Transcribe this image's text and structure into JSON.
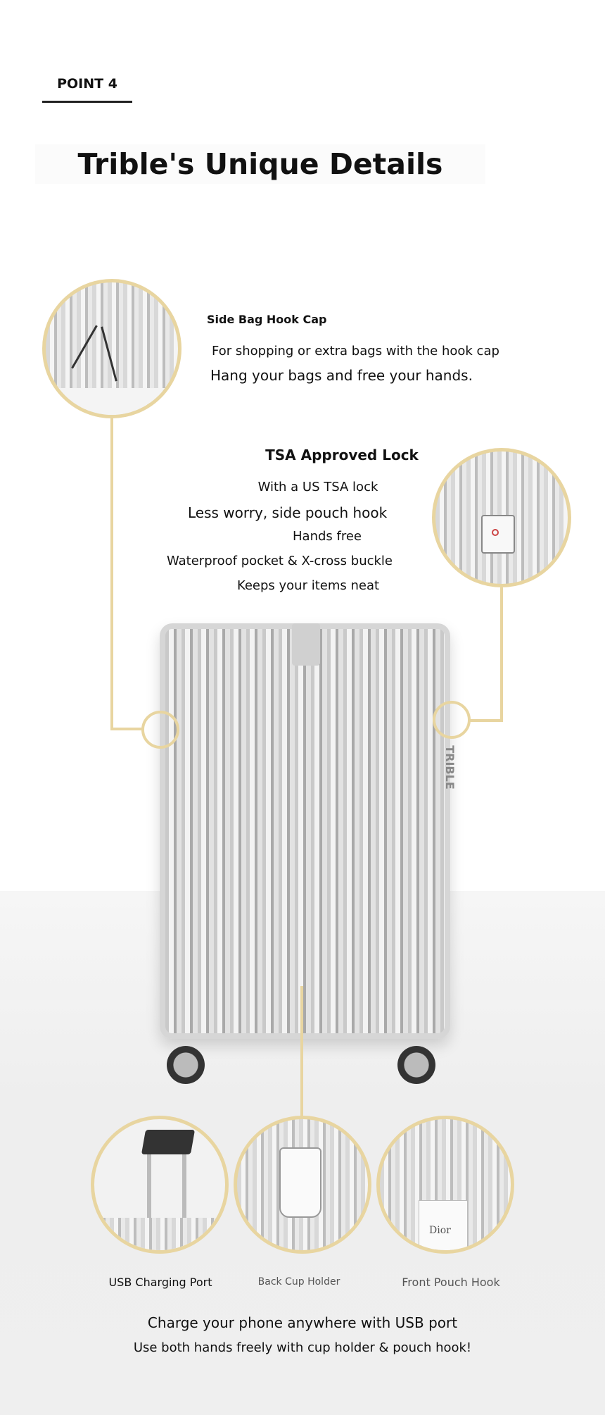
{
  "header": {
    "point_label": "POINT 4",
    "title": "Trible's Unique Details"
  },
  "side_bag_hook": {
    "title": "Side Bag Hook Cap",
    "line1": "For shopping or extra bags with the hook cap",
    "line2": "Hang your bags and free your hands."
  },
  "tsa_lock": {
    "title": "TSA Approved Lock",
    "lines": [
      "With a US TSA lock",
      "Less worry, side pouch hook",
      "Hands free",
      "Waterproof pocket & X-cross buckle",
      "Keeps your items neat"
    ]
  },
  "suitcase": {
    "brand": "TRIBLE"
  },
  "features": [
    {
      "label": "USB Charging Port"
    },
    {
      "label": "Back Cup Holder"
    },
    {
      "label": "Front Pouch Hook",
      "bag_brand": "Dior"
    }
  ],
  "footer": {
    "line1": "Charge your phone anywhere with USB port",
    "line2": "Use both hands freely with cup holder & pouch hook!"
  },
  "colors": {
    "accent": "#e8d5a0"
  }
}
